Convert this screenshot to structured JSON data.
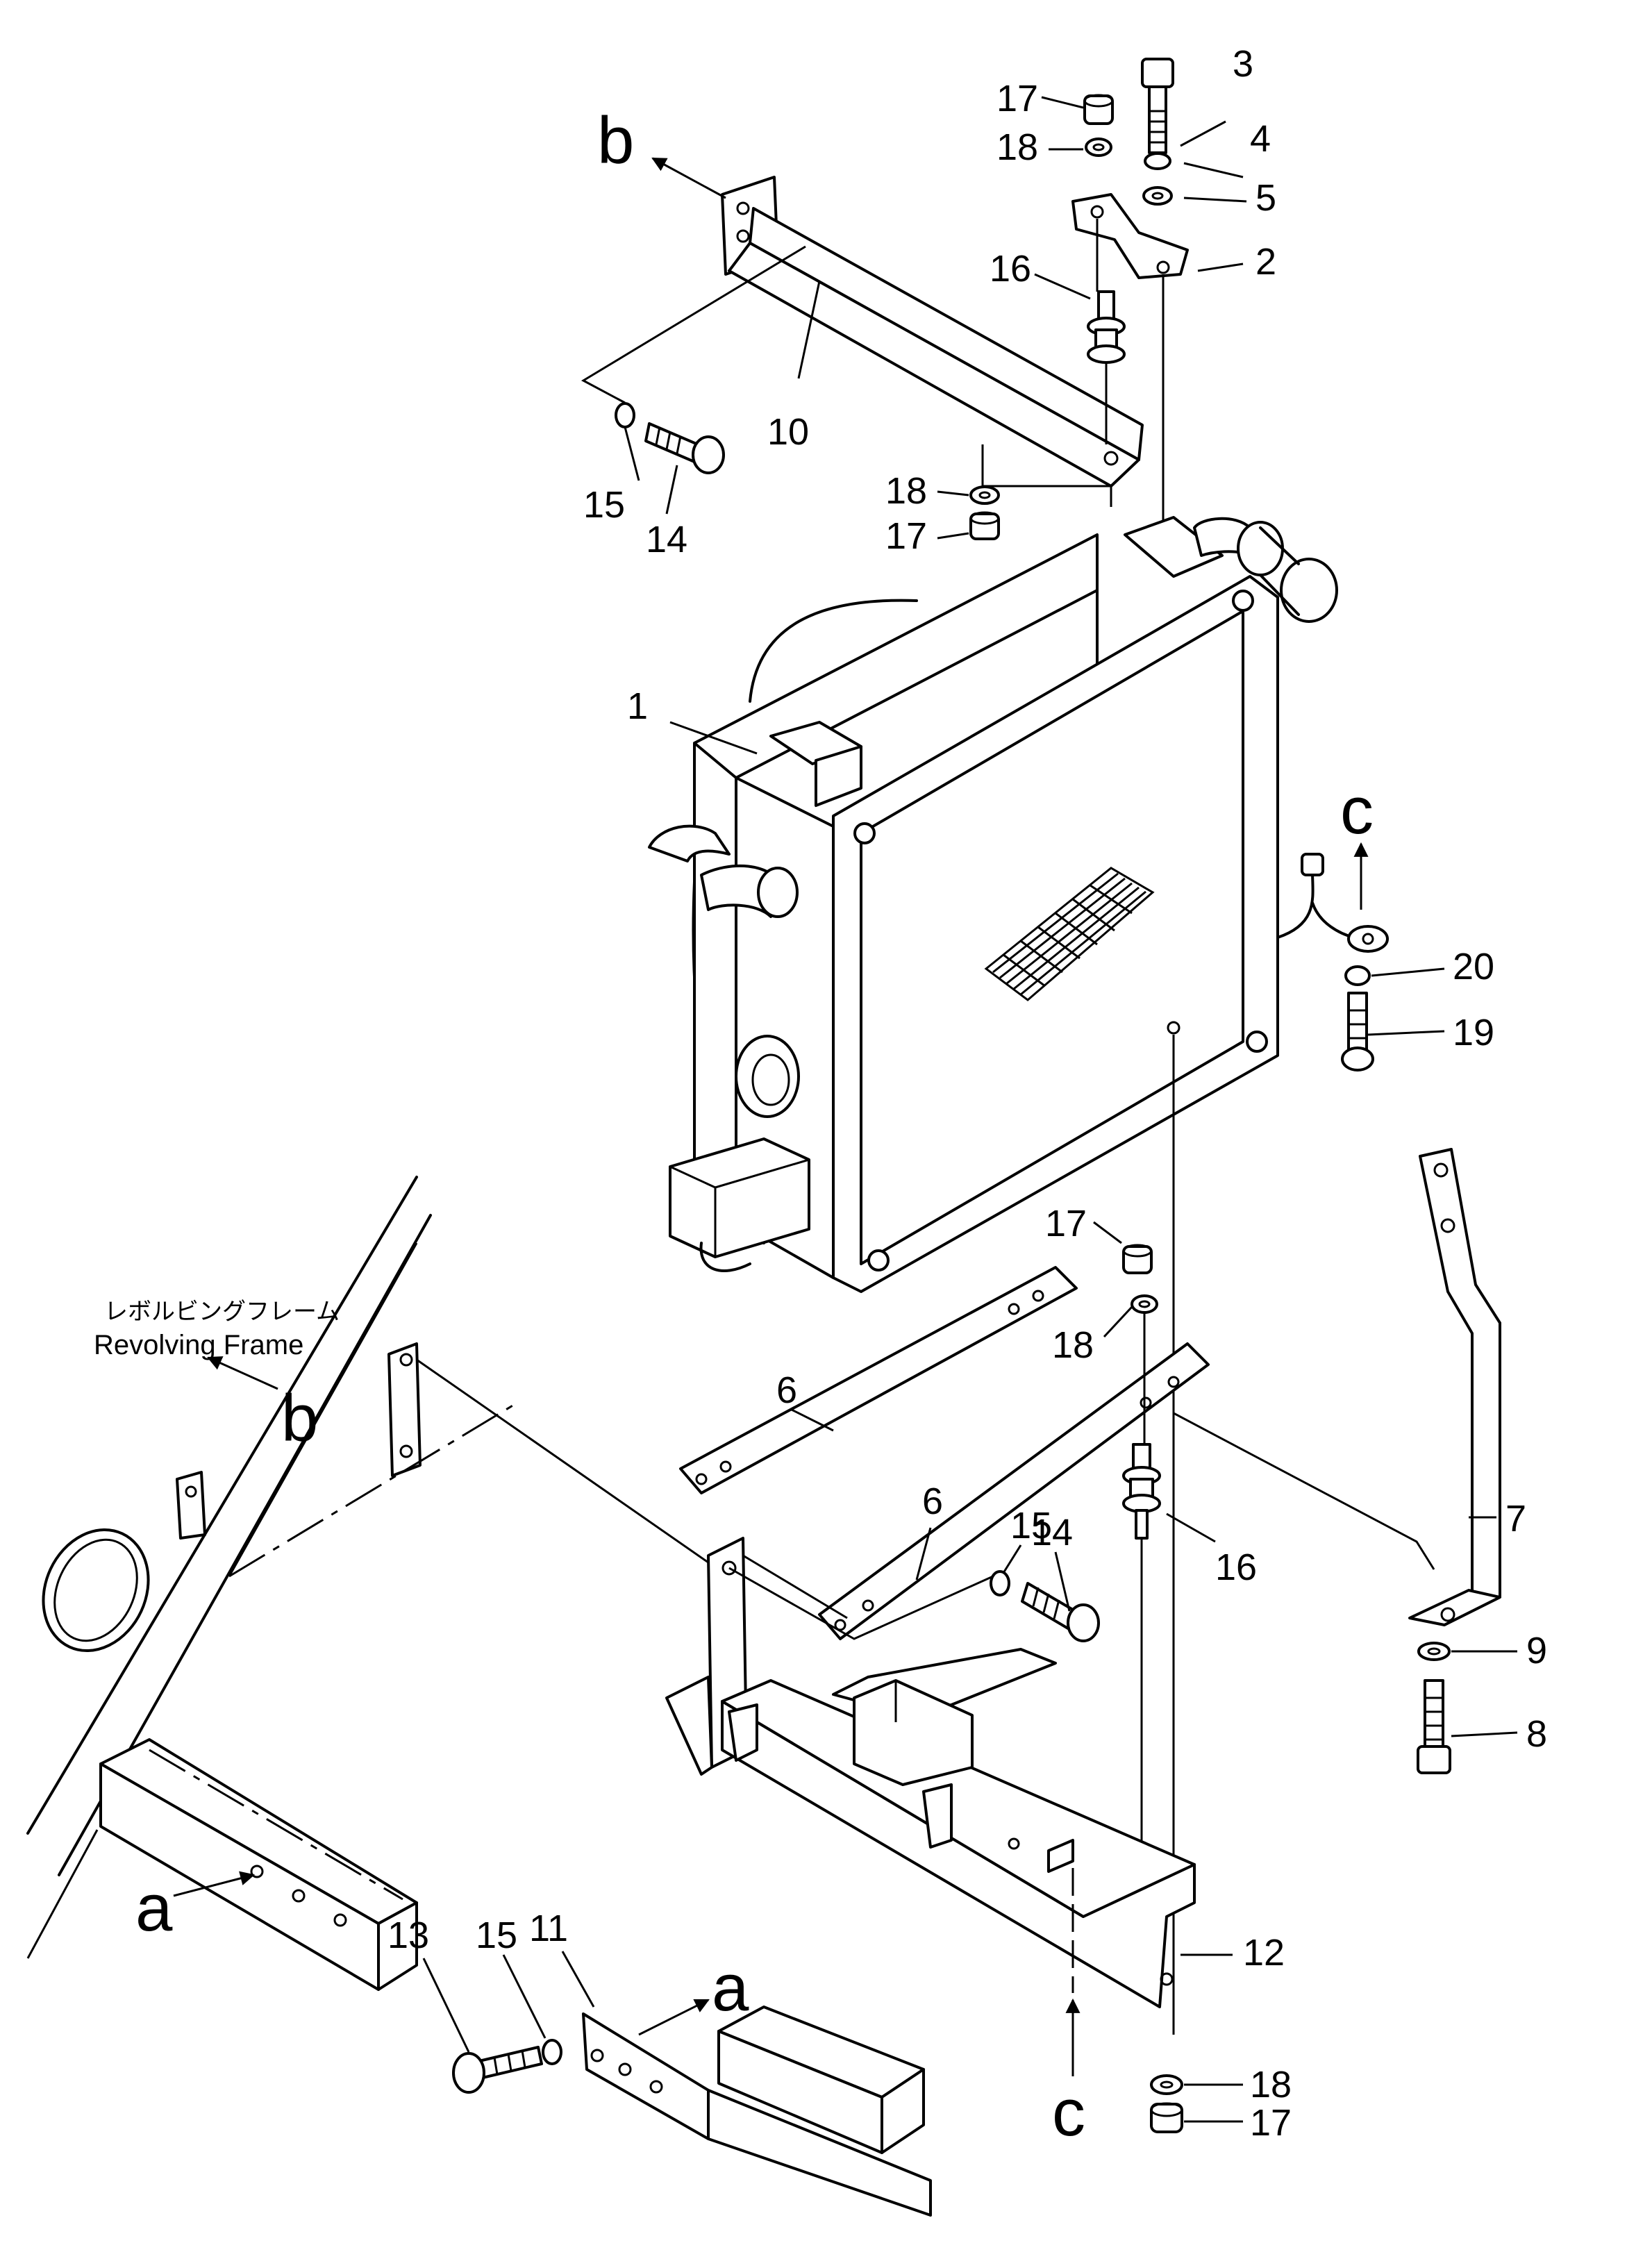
{
  "labels": {
    "p1": "1",
    "p2": "2",
    "p3": "3",
    "p4": "4",
    "p5": "5",
    "p6a": "6",
    "p6b": "6",
    "p7": "7",
    "p8": "8",
    "p9": "9",
    "p10": "10",
    "p11": "11",
    "p12": "12",
    "p13": "13",
    "p14a": "14",
    "p14b": "14",
    "p15a": "15",
    "p15b": "15",
    "p15c": "15",
    "p16a": "16",
    "p16b": "16",
    "p17a": "17",
    "p17b": "17",
    "p17c": "17",
    "p17d": "17",
    "p18a": "18",
    "p18b": "18",
    "p18c": "18",
    "p18d": "18",
    "p19": "19",
    "p20": "20"
  },
  "refs": {
    "a1": "a",
    "a2": "a",
    "b1": "b",
    "b2": "b",
    "c1": "c",
    "c2": "c"
  },
  "frame_note": {
    "jp": "レボルビングフレーム",
    "en": "Revolving  Frame"
  }
}
